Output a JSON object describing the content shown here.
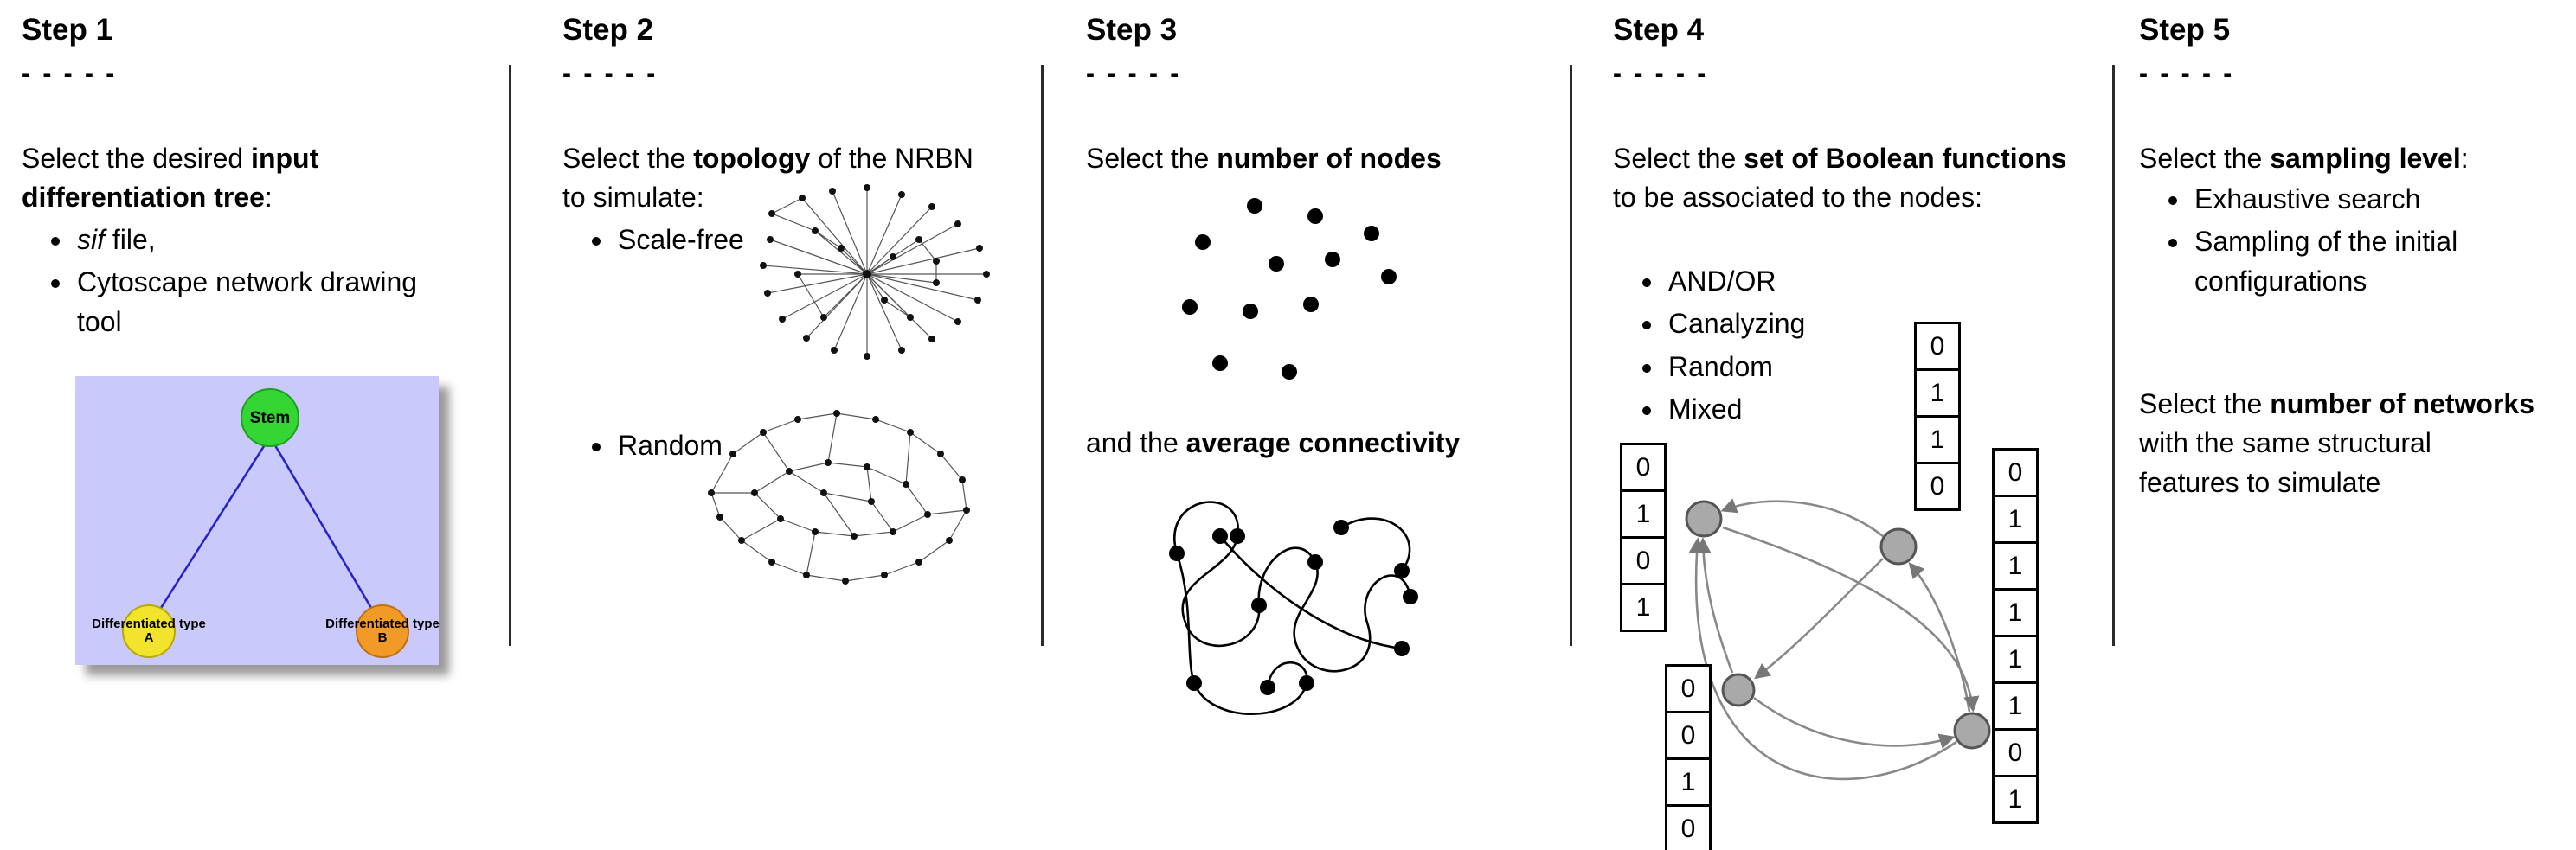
{
  "step1": {
    "title": "Step 1",
    "dashes": "- - - - -",
    "intro_pre": "Select the desired ",
    "intro_bold": "input differentiation tree",
    "intro_post": ":",
    "bullet1_italic": "sif",
    "bullet1_rest": " file,",
    "bullet2": "Cytoscape network drawing tool",
    "tree": {
      "root": "Stem",
      "left": "Differentiated type A",
      "right": "Differentiated type B"
    }
  },
  "step2": {
    "title": "Step 2",
    "dashes": "- - - - -",
    "intro_pre": "Select the ",
    "intro_bold": "topology",
    "intro_post": " of the NRBN to simulate:",
    "bullet1": "Scale-free",
    "bullet2": "Random"
  },
  "step3": {
    "title": "Step 3",
    "dashes": "- - - - -",
    "line1_pre": "Select the ",
    "line1_bold": "number of nodes",
    "line2_pre": "and the ",
    "line2_bold": "average connectivity"
  },
  "step4": {
    "title": "Step 4",
    "dashes": "- - - - -",
    "intro_pre": "Select the ",
    "intro_bold": "set of Boolean functions",
    "intro_post": " to be associated to the nodes:",
    "bullets": [
      "AND/OR",
      "Canalyzing",
      "Random",
      "Mixed"
    ],
    "tables": {
      "left": [
        "0",
        "1",
        "0",
        "1"
      ],
      "top": [
        "0",
        "1",
        "1",
        "0"
      ],
      "bottom_left": [
        "0",
        "0",
        "1",
        "0"
      ],
      "right": [
        "0",
        "1",
        "1",
        "1",
        "1",
        "1",
        "0",
        "1"
      ]
    }
  },
  "step5": {
    "title": "Step 5",
    "dashes": "- - - - -",
    "intro_pre": "Select the ",
    "intro_bold": "sampling level",
    "intro_post": ":",
    "bullet1": "Exhaustive search",
    "bullet2": "Sampling of the initial configurations",
    "second_pre": "Select the ",
    "second_bold": "number of networks",
    "second_post": " with the same structural features to simulate"
  },
  "colors": {
    "stem_green": "#33d633",
    "type_a_yellow": "#f2e42c",
    "type_b_orange": "#f29a28",
    "tree_background": "#c9c9fb",
    "edge_blue": "#2222cc",
    "node_gray": "#a9a9a9"
  }
}
